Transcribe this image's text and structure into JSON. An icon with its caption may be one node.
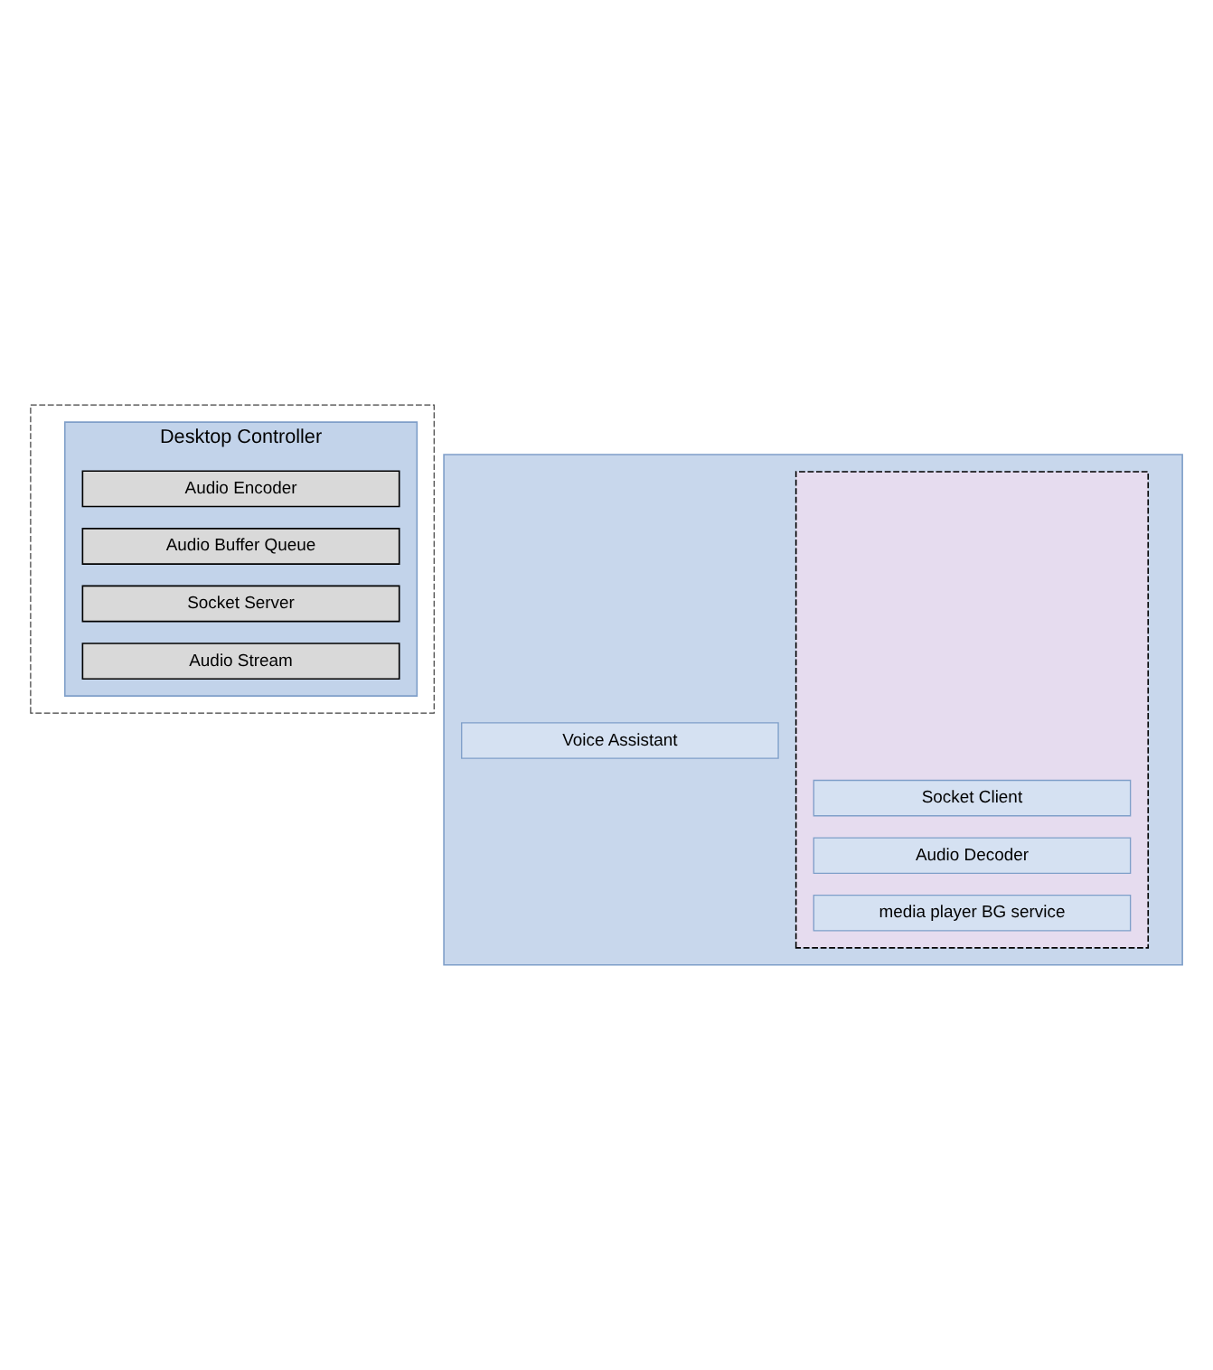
{
  "diagram": {
    "nodes": [
      {
        "text": [],
        "shape": "box"
      },
      {
        "text": [
          "Desktop Controller"
        ],
        "in": 0
      },
      {
        "text": [
          "Audio Encoder"
        ],
        "in": 1
      },
      {
        "text": [
          "Audio Buffer Queue"
        ],
        "in": 1
      },
      {
        "text": [
          "Socket Server"
        ],
        "in": 1
      },
      {
        "text": [
          "Audio Stream"
        ],
        "in": 1
      },
      {
        "text": [],
        "shape": "box"
      },
      {
        "text": [
          "Voice Assistant"
        ],
        "in": 6
      },
      {
        "text": [],
        "shape": "box",
        "in": 6
      },
      {
        "text": [
          "Socket Client"
        ],
        "in": 8
      },
      {
        "text": [
          "Audio Decoder"
        ],
        "in": 8
      },
      {
        "text": [
          "media player BG service"
        ],
        "in": 8
      }
    ],
    "edges": []
  }
}
